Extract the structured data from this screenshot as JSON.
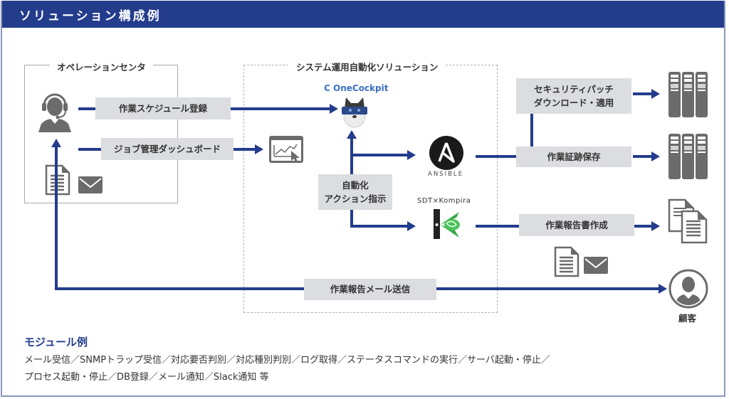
{
  "header": {
    "title": "ソリューション構成例"
  },
  "groups": {
    "operation_center": "オペレーションセンタ",
    "automation_solution": "システム運用自動化ソリューション"
  },
  "steps": {
    "schedule_register": "作業スケジュール登録",
    "job_dashboard": "ジョブ管理ダッシュボード",
    "automation_action_line1": "自動化",
    "automation_action_line2": "アクション指示",
    "security_patch_line1": "セキュリティパッチ",
    "security_patch_line2": "ダウンロード・適用",
    "work_evidence": "作業証跡保存",
    "work_report": "作業報告書作成",
    "report_mail": "作業報告メール送信"
  },
  "products": {
    "onecockpit": "OneCockpit",
    "onecockpit_mark": "C",
    "ansible": "ANSIBLE",
    "kompira": "SDT×Kompira"
  },
  "customer": {
    "label": "顧客"
  },
  "modules": {
    "title": "モジュール例",
    "line1": "メール受信／SNMPトラップ受信／対応要否判別／対応種別判別／ログ取得／ステータスコマンドの実行／サーバ起動・停止／",
    "line2": "プロセス起動・停止／DB登録／メール通知／Slack通知 等"
  },
  "icons": {
    "operator": "operator-headset-icon",
    "document": "document-icon",
    "mail": "mail-icon",
    "dashboard": "chart-window-icon",
    "server": "server-rack-icon",
    "documents": "documents-icon",
    "customer": "user-circle-icon"
  },
  "colors": {
    "brand": "#233c8c",
    "step_bg": "#dcdde0",
    "icon_gray": "#6b6b6b",
    "kompira_green": "#3aa84a",
    "onecockpit_blue": "#3b6fc4"
  }
}
